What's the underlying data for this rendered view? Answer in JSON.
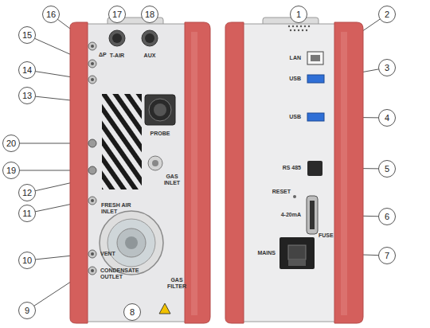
{
  "diagram": {
    "nodes": [
      {
        "text": [
          "1"
        ]
      },
      {
        "text": [
          "2"
        ]
      },
      {
        "text": [
          "3"
        ]
      },
      {
        "text": [
          "4"
        ]
      },
      {
        "text": [
          "5"
        ]
      },
      {
        "text": [
          "6"
        ]
      },
      {
        "text": [
          "7"
        ]
      },
      {
        "text": [
          "8"
        ]
      },
      {
        "text": [
          "9"
        ]
      },
      {
        "text": [
          "10"
        ]
      },
      {
        "text": [
          "11"
        ]
      },
      {
        "text": [
          "12"
        ]
      },
      {
        "text": [
          "13"
        ]
      },
      {
        "text": [
          "14"
        ]
      },
      {
        "text": [
          "15"
        ]
      },
      {
        "text": [
          "16"
        ]
      },
      {
        "text": [
          "17"
        ]
      },
      {
        "text": [
          "18"
        ]
      },
      {
        "text": [
          "19"
        ]
      },
      {
        "text": [
          "20"
        ]
      }
    ],
    "labels": [
      "T-AIR",
      "AUX",
      "PROBE",
      "GAS INLET",
      "FRESH AIR INLET",
      "VENT",
      "CONDENSATE OUTLET",
      "GAS FILTER",
      "ΔP",
      "LAN",
      "USB",
      "USB",
      "RS 485",
      "RESET",
      "4-20mA",
      "FUSE",
      "MAINS"
    ]
  }
}
